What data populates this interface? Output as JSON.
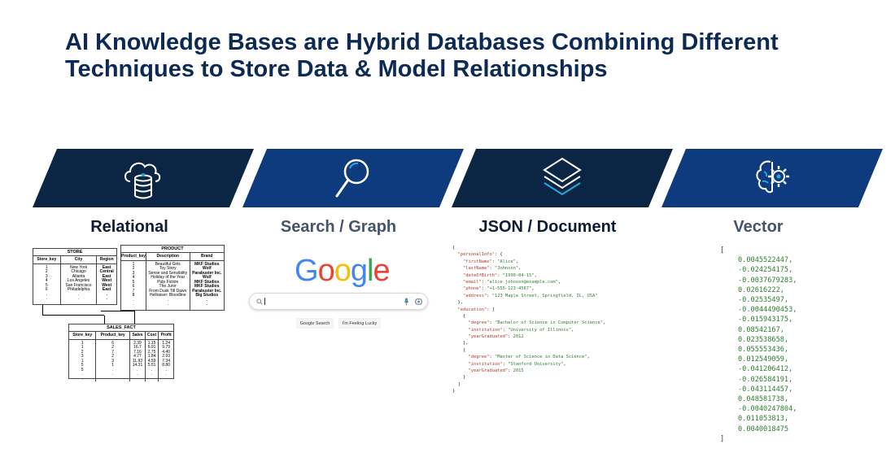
{
  "title": "AI Knowledge Bases are Hybrid Databases Combining Different Techniques to Store Data & Model Relationships",
  "colors": {
    "dark_band": "#0b2545",
    "light_band": "#0d3b7d",
    "icon": "#ffffff",
    "accent": "#2aa9e0"
  },
  "columns": [
    {
      "label": "Relational",
      "icon": "cloud-database-icon"
    },
    {
      "label": "Search / Graph",
      "icon": "magnifier-icon"
    },
    {
      "label": "JSON / Document",
      "icon": "layers-icon"
    },
    {
      "label": "Vector",
      "icon": "brain-gear-icon"
    }
  ],
  "store": {
    "name": "STORE",
    "headers": [
      "Store_key",
      "City",
      "Region"
    ],
    "col1": "1\n2\n3\n4\n5\n6\n.\n.",
    "col2": "New York\nChicago\nAtlanta\nLos Angeles\nSan Francisco\nPhiladelphia\n.\n.",
    "col3": "East\nCentral\nEast\nWest\nWest\nEast\n.\n."
  },
  "product": {
    "name": "PRODUCT",
    "headers": [
      "Product_key",
      "Description",
      "Brand"
    ],
    "col1": "1\n2\n3\n4\n5\n6\n7\n8\n.\n.",
    "col2": "Beautiful Girls\nToy Story\nSense and Sensibility\nHoliday of the Year\nPulp Fiction\nThe Juror\nFrom Dusk Till Dawn\nHellraiser: Bloodline\n.\n.",
    "col3": "MKF Studios\nWolf\nParabuster Inc.\nWolf\nMKF Studios\nMKF Studios\nParabuster Inc.\nBig Studios\n.\n."
  },
  "sales": {
    "name": "SALES_FACT",
    "headers": [
      "Store_key",
      "Product_key",
      "Sales",
      "Cost",
      "Profit"
    ],
    "col1": "1\n1\n2\n3\n1\n5\n5\n.\n.",
    "col2": "6\n2\n7\n2\n3\n1\n.\n.",
    "col3": "2.39\n16.7\n7.16\n4.77\n11.93\n14.31\n.\n.",
    "col4": "1.15\n6.91\n2.75\n1.84\n4.59\n5.51\n.\n.",
    "col5": "1.24\n9.79\n4.40\n2.93\n7.34\n8.80\n.\n."
  },
  "google": {
    "logo": "Google",
    "logo_letters": [
      "G",
      "o",
      "o",
      "g",
      "l",
      "e"
    ],
    "logo_colors": [
      "#4285f4",
      "#ea4335",
      "#fbbc05",
      "#4285f4",
      "#34a853",
      "#ea4335"
    ],
    "search_button": "Google Search",
    "lucky_button": "I'm Feeling Lucky"
  },
  "json_lines": [
    [
      "{",
      "",
      ""
    ],
    [
      "  ",
      "\"personalInfo\"",
      ": {"
    ],
    [
      "    ",
      "\"firstName\"",
      ": ",
      "\"Alice\"",
      ","
    ],
    [
      "    ",
      "\"lastName\"",
      ": ",
      "\"Johnson\"",
      ","
    ],
    [
      "    ",
      "\"dateOfBirth\"",
      ": ",
      "\"1990-04-15\"",
      ","
    ],
    [
      "    ",
      "\"email\"",
      ": ",
      "\"alice.johnson@example.com\"",
      ","
    ],
    [
      "    ",
      "\"phone\"",
      ": ",
      "\"+1-555-123-4567\"",
      ","
    ],
    [
      "    ",
      "\"address\"",
      ": ",
      "\"123 Maple Street, Springfield, IL, USA\"",
      ""
    ],
    [
      "  },",
      "",
      ""
    ],
    [
      "  ",
      "\"education\"",
      ": ["
    ],
    [
      "    {",
      "",
      ""
    ],
    [
      "      ",
      "\"degree\"",
      ": ",
      "\"Bachelor of Science in Computer Science\"",
      ","
    ],
    [
      "      ",
      "\"institution\"",
      ": ",
      "\"University of Illinois\"",
      ","
    ],
    [
      "      ",
      "\"yearGraduated\"",
      ": ",
      "2012",
      ""
    ],
    [
      "    },",
      "",
      ""
    ],
    [
      "    {",
      "",
      ""
    ],
    [
      "      ",
      "\"degree\"",
      ": ",
      "\"Master of Science in Data Science\"",
      ","
    ],
    [
      "      ",
      "\"institution\"",
      ": ",
      "\"Stanford University\"",
      ","
    ],
    [
      "      ",
      "\"yearGraduated\"",
      ": ",
      "2015",
      ""
    ],
    [
      "    }",
      "",
      ""
    ],
    [
      "  ]",
      "",
      ""
    ],
    [
      "}",
      "",
      ""
    ]
  ],
  "vector": {
    "open": "[",
    "close": "]",
    "values": [
      "0.0045522447,",
      "-0.024254175,",
      "-0.0037679283,",
      "0.02616222,",
      "-0.02535497,",
      "-0.0044490453,",
      "-0.015943175,",
      "0.08542167,",
      "0.023538658,",
      "0.055553436,",
      "0.012549059,",
      "-0.041206412,",
      "-0.026584191,",
      "-0.043114457,",
      "0.048581738,",
      "-0.0040247804,",
      "0.011053813,",
      "0.0040018475"
    ]
  }
}
